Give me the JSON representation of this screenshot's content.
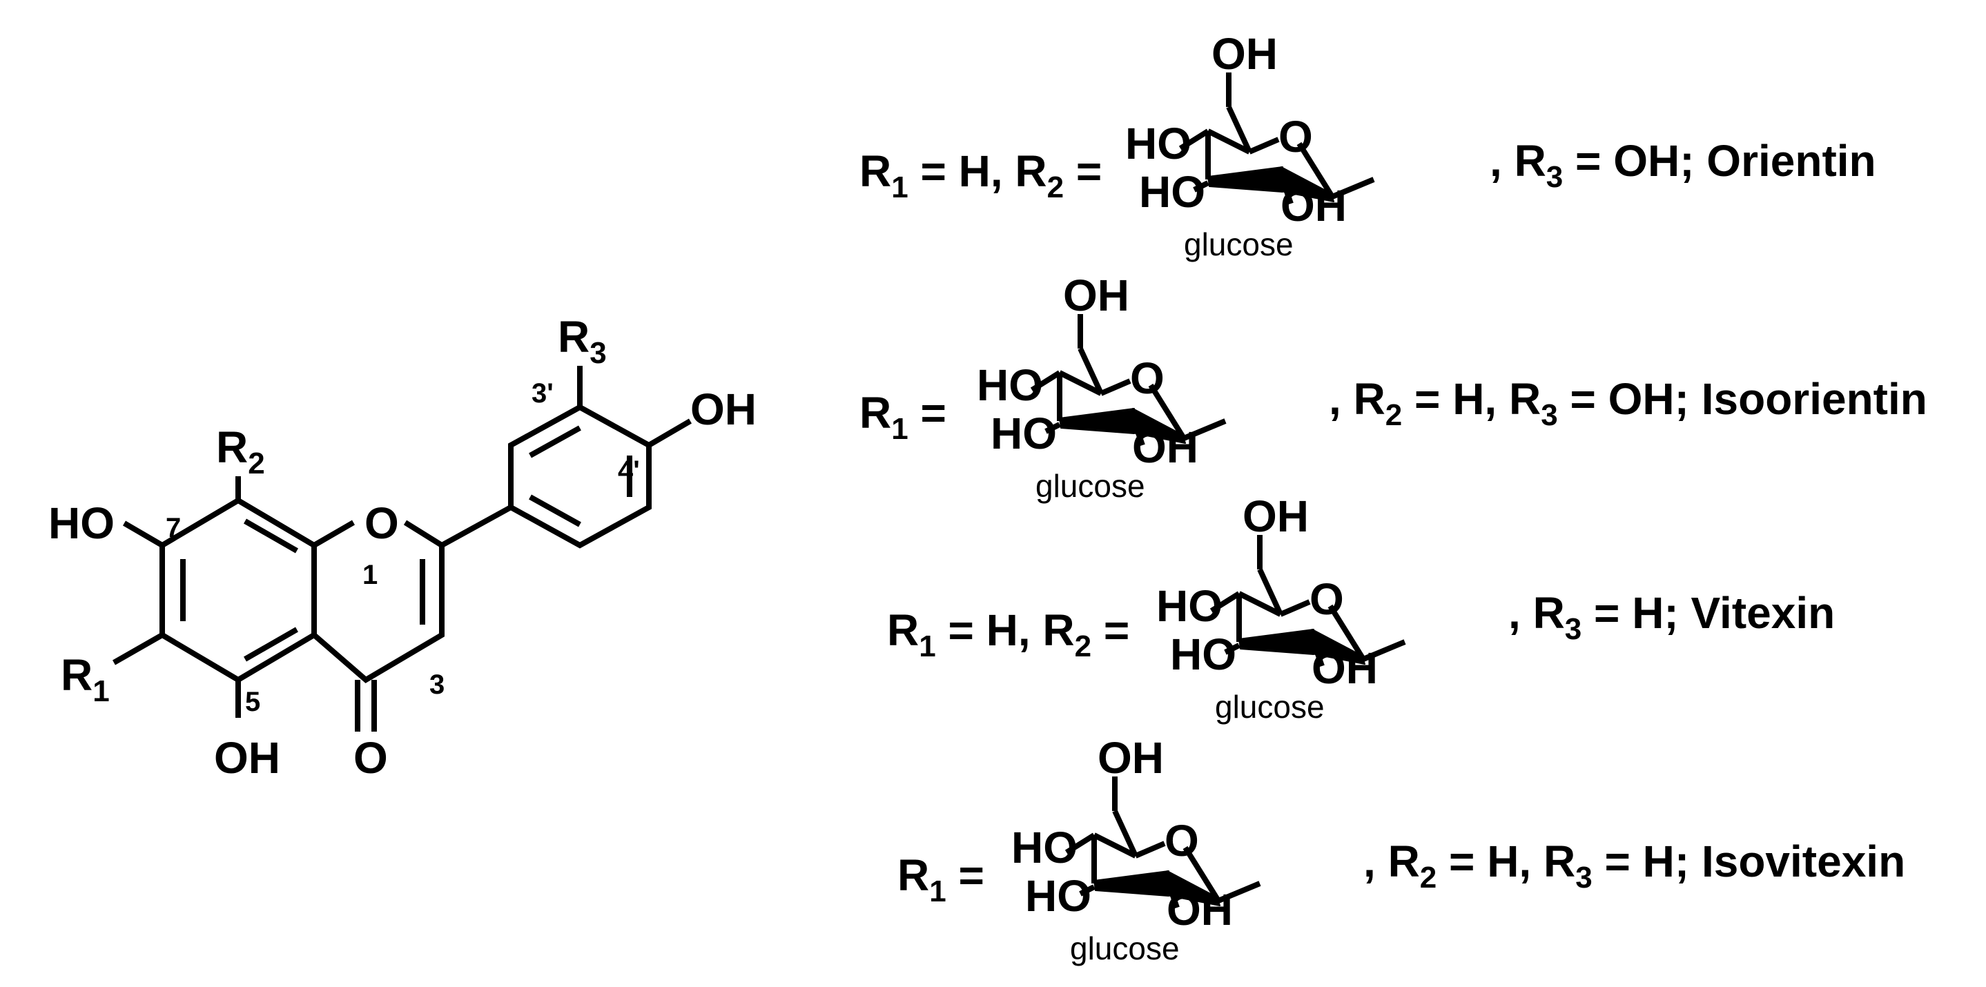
{
  "core": {
    "atoms": {
      "r3": "R",
      "r3_sub": "3",
      "r2": "R",
      "r2_sub": "2",
      "r1": "R",
      "r1_sub": "1",
      "oh_4p": "OH",
      "ho_7": "HO",
      "oh_5": "OH",
      "o_ring": "O",
      "o_carbonyl": "O"
    },
    "positions": {
      "p3p": "3'",
      "p4p": "4'",
      "p7": "7",
      "p1": "1",
      "p5": "5",
      "p3": "3"
    }
  },
  "glucose_atoms": {
    "oh_top": "OH",
    "ho_left": "HO",
    "ho_bottom": "HO",
    "oh_right": "OH",
    "o_ring": "O",
    "label": "glucose"
  },
  "compounds": [
    {
      "pre": "R",
      "pre_sub": "1",
      "pre_rest": " = H, R",
      "pre_sub2": "2",
      "pre_end": " =",
      "post": ", R",
      "post_sub": "3",
      "post_rest": " = OH; Orientin"
    },
    {
      "pre": "R",
      "pre_sub": "1",
      "pre_end": " =",
      "post": ", R",
      "post_sub": "2",
      "post_rest": " = H, R",
      "post_sub2": "3",
      "post_rest2": " = OH; Isoorientin"
    },
    {
      "pre": "R",
      "pre_sub": "1",
      "pre_rest": " = H, R",
      "pre_sub2": "2",
      "pre_end": " =",
      "post": ", R",
      "post_sub": "3",
      "post_rest": " = H; Vitexin"
    },
    {
      "pre": "R",
      "pre_sub": "1",
      "pre_end": " =",
      "post": ", R",
      "post_sub": "2",
      "post_rest": " = H, R",
      "post_sub2": "3",
      "post_rest2": " = H; Isovitexin"
    }
  ]
}
